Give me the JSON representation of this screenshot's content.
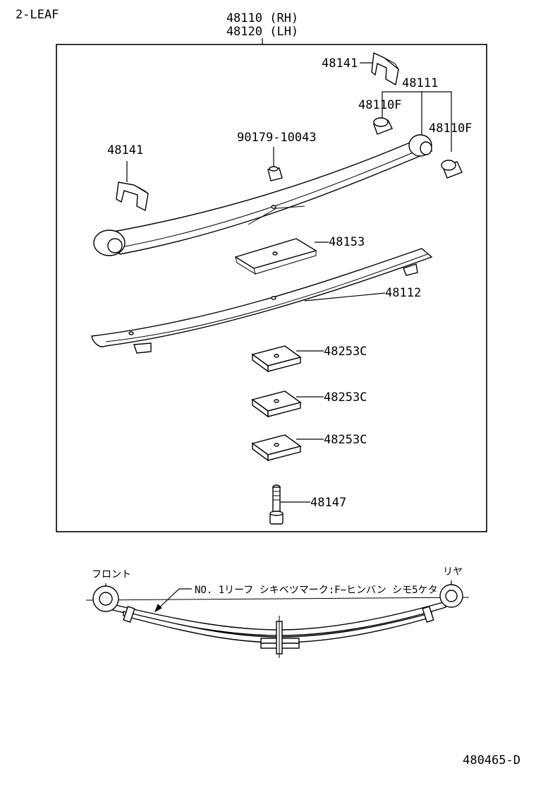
{
  "header": {
    "variant": "2-LEAF"
  },
  "assembly": {
    "part_rh": "48110 (RH)",
    "part_lh": "48120 (LH)"
  },
  "parts": {
    "clip_upper": "48141",
    "clip_left": "48141",
    "bushing_assy": "48111",
    "bushing_f_left": "48110F",
    "bushing_f_right": "48110F",
    "nut": "90179-10043",
    "insulator": "48153",
    "leaf_no2": "48112",
    "spacer_1": "48253C",
    "spacer_2": "48253C",
    "spacer_3": "48253C",
    "center_bolt": "48147"
  },
  "installation": {
    "front_label": "フロント",
    "rear_label": "リヤ",
    "note": "NO. 1リーフ シキベツマーク:F−ヒンバン シモ5ケタ"
  },
  "footer": {
    "diagram_code": "480465-D"
  }
}
